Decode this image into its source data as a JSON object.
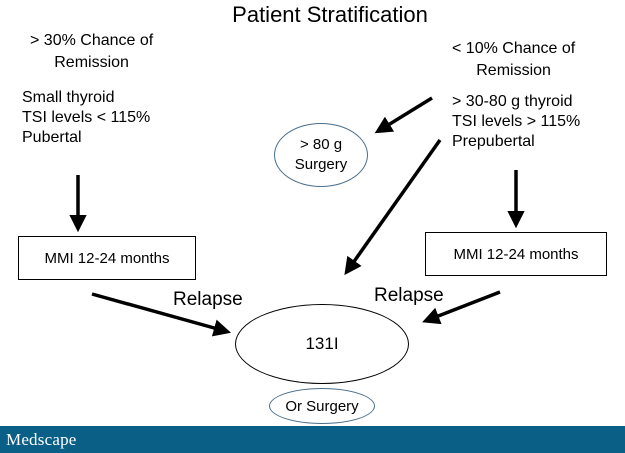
{
  "title": "Patient Stratification",
  "left": {
    "heading_line1": "> 30% Chance of",
    "heading_line2": "Remission",
    "criteria": [
      "Small thyroid",
      "TSI levels < 115%",
      "Pubertal"
    ],
    "treatment": "MMI 12-24 months"
  },
  "right": {
    "heading_line1": "< 10% Chance of",
    "heading_line2": "Remission",
    "criteria": [
      "> 30-80 g thyroid",
      "TSI levels > 115%",
      "Prepubertal"
    ],
    "treatment": "MMI 12-24 months"
  },
  "surgery_node": {
    "line1": "> 80 g",
    "line2": "Surgery"
  },
  "relapse_left": "Relapse",
  "relapse_right": "Relapse",
  "center_node": "131I",
  "alt_node": "Or Surgery",
  "footer": {
    "brand": "Medscape",
    "color": "#0a5f86"
  },
  "node_outline_color": "#4a6e8a"
}
